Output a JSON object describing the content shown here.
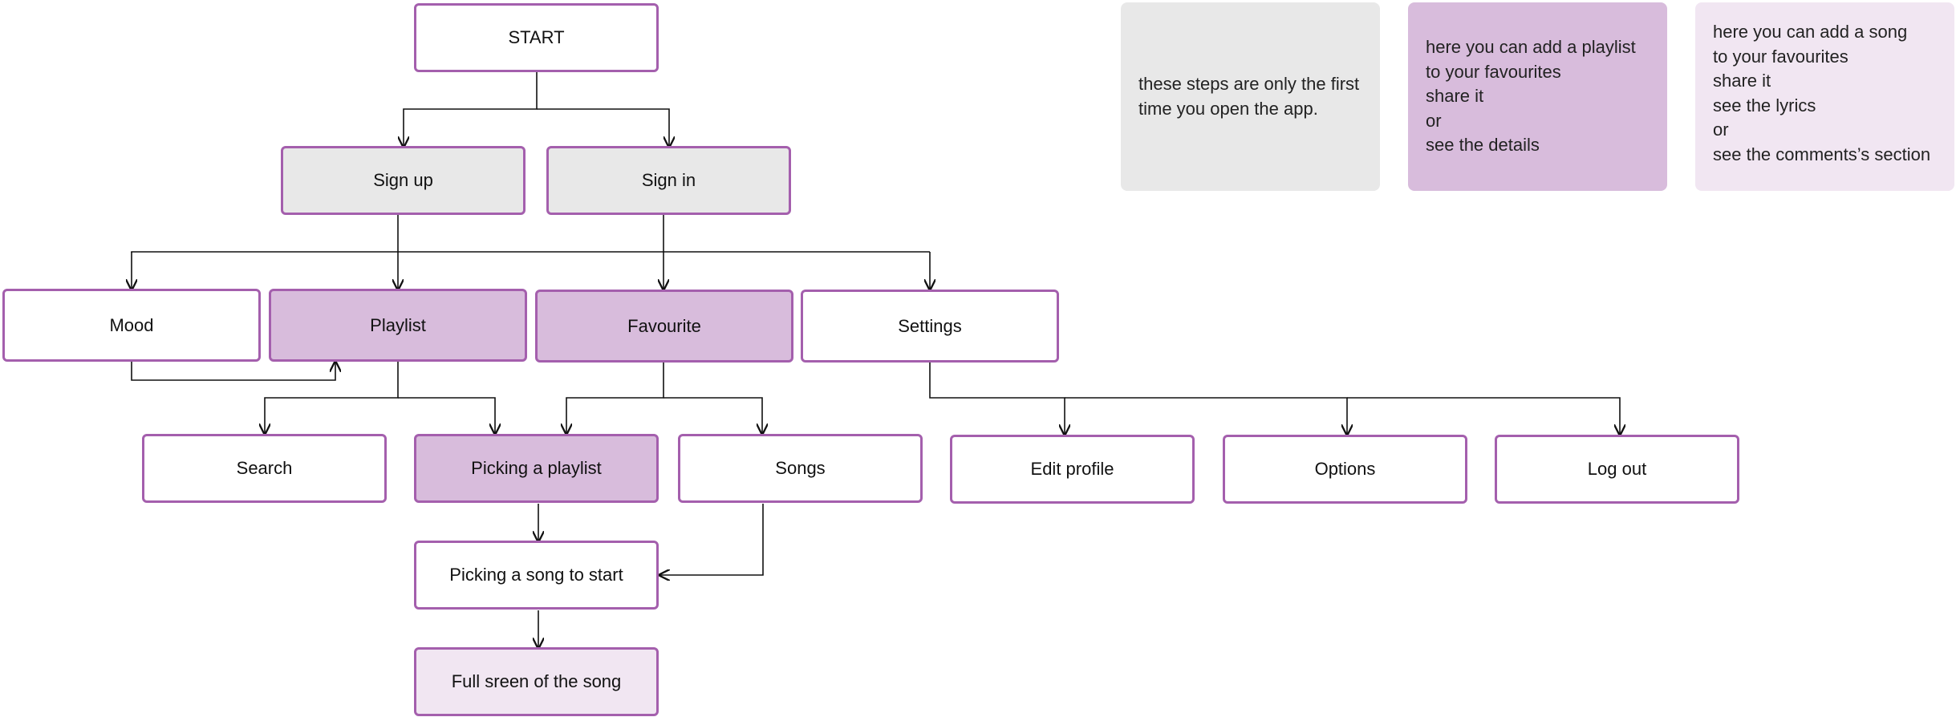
{
  "nodes": {
    "start": "START",
    "sign_up": "Sign up",
    "sign_in": "Sign in",
    "mood": "Mood",
    "playlist": "Playlist",
    "favourite": "Favourite",
    "settings": "Settings",
    "search": "Search",
    "picking_playlist": "Picking a playlist",
    "songs": "Songs",
    "edit_profile": "Edit profile",
    "options": "Options",
    "log_out": "Log out",
    "picking_song": "Picking a song to start",
    "full_screen": "Full sreen of the song"
  },
  "notes": {
    "first_time": "these steps are only the first\ntime you open the app.",
    "playlist_actions": "here you can add a playlist\nto your favourites\nshare it\nor\nsee the details",
    "song_actions": "here you can add a song\n to your favourites\nshare it\nsee the lyrics\nor\nsee the comments’s section"
  },
  "colors": {
    "border": "#a45fad",
    "grey_fill": "#e8e8e8",
    "purple_fill": "#d8bcdc",
    "light_purple_fill": "#f1e6f2",
    "connector": "#111111"
  }
}
